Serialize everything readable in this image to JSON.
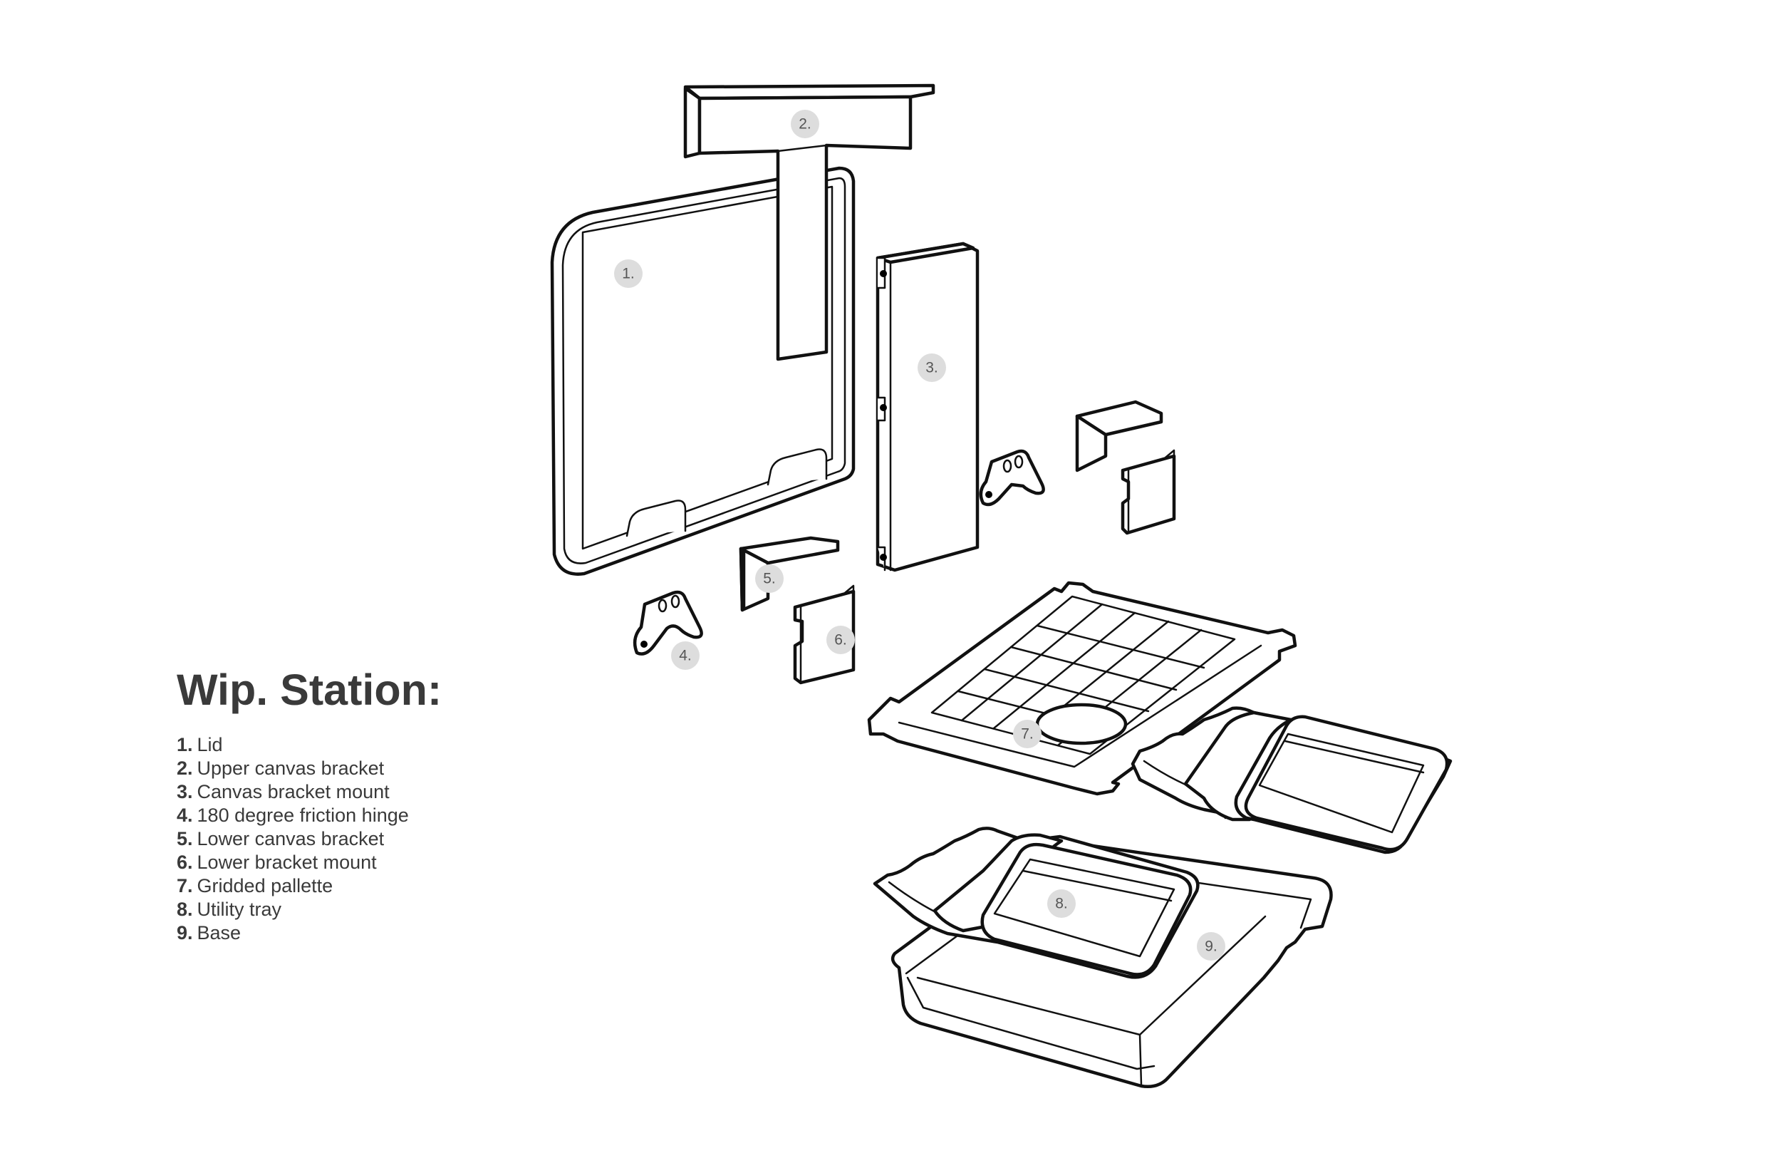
{
  "legend": {
    "title": "Wip. Station:",
    "items": [
      {
        "num": "1.",
        "label": "Lid"
      },
      {
        "num": "2.",
        "label": "Upper canvas bracket"
      },
      {
        "num": "3.",
        "label": "Canvas bracket mount"
      },
      {
        "num": "4.",
        "label": "180 degree friction hinge"
      },
      {
        "num": "5.",
        "label": "Lower canvas bracket"
      },
      {
        "num": "6.",
        "label": "Lower bracket mount"
      },
      {
        "num": "7.",
        "label": "Gridded pallette"
      },
      {
        "num": "8.",
        "label": "Utility tray"
      },
      {
        "num": "9.",
        "label": "Base"
      }
    ]
  },
  "callouts": [
    "1.",
    "2.",
    "3.",
    "4.",
    "5.",
    "6.",
    "7.",
    "8.",
    "9."
  ],
  "colors": {
    "text": "#3a3a3a",
    "line": "#111111",
    "badge": "#dddddd"
  }
}
